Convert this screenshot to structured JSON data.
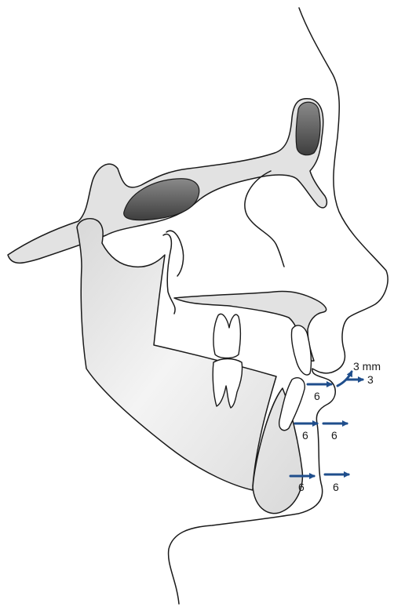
{
  "labels": {
    "upper_lip": "3 mm",
    "incisor": "6",
    "lower_lip": "3",
    "lower_incisor_a": "6",
    "lower_incisor_b": "6",
    "chin_a": "6",
    "chin_b": "6"
  },
  "colors": {
    "arrow": "#1f4e8c",
    "bone_fill": "#e2e2e2",
    "sinus_dark": "#4a4a4a",
    "outline": "#1a1a1a"
  },
  "icons": {
    "advance_arrow": "arrow-right-icon",
    "lip_arrow": "arrow-curve-up-icon"
  }
}
